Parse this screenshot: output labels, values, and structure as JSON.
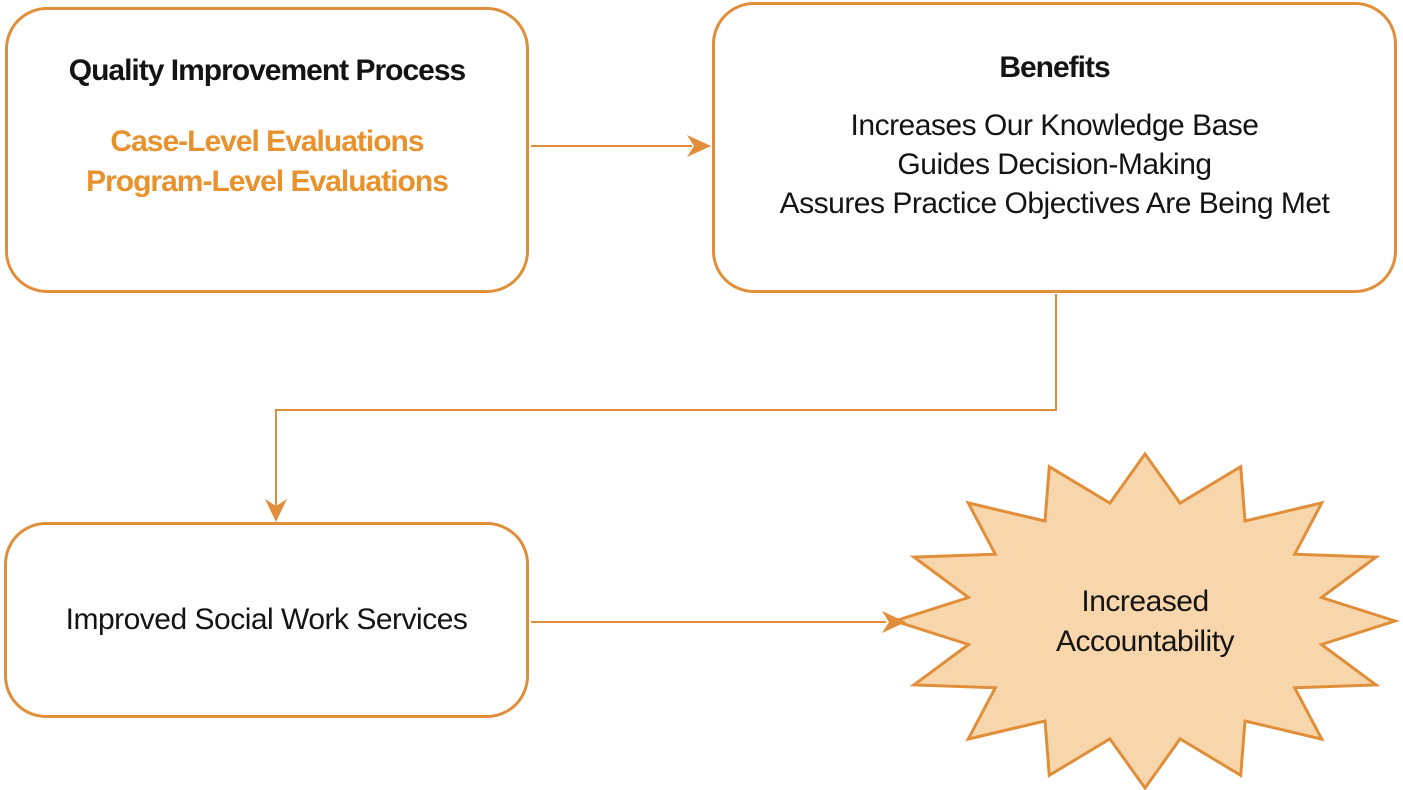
{
  "colors": {
    "accent_orange": "#E08E39",
    "orange_text": "#E8922E",
    "star_fill": "#F8D6AC",
    "text_black": "#141414"
  },
  "diagram": {
    "qip_box": {
      "title": "Quality Improvement Process",
      "items": [
        "Case-Level Evaluations",
        "Program-Level Evaluations"
      ]
    },
    "benefits_box": {
      "title": "Benefits",
      "items": [
        "Increases Our Knowledge Base",
        "Guides Decision-Making",
        "Assures Practice Objectives Are Being Met"
      ]
    },
    "improved_box": {
      "label": "Improved Social Work Services"
    },
    "star": {
      "lines": [
        "Increased",
        "Accountability"
      ]
    }
  }
}
